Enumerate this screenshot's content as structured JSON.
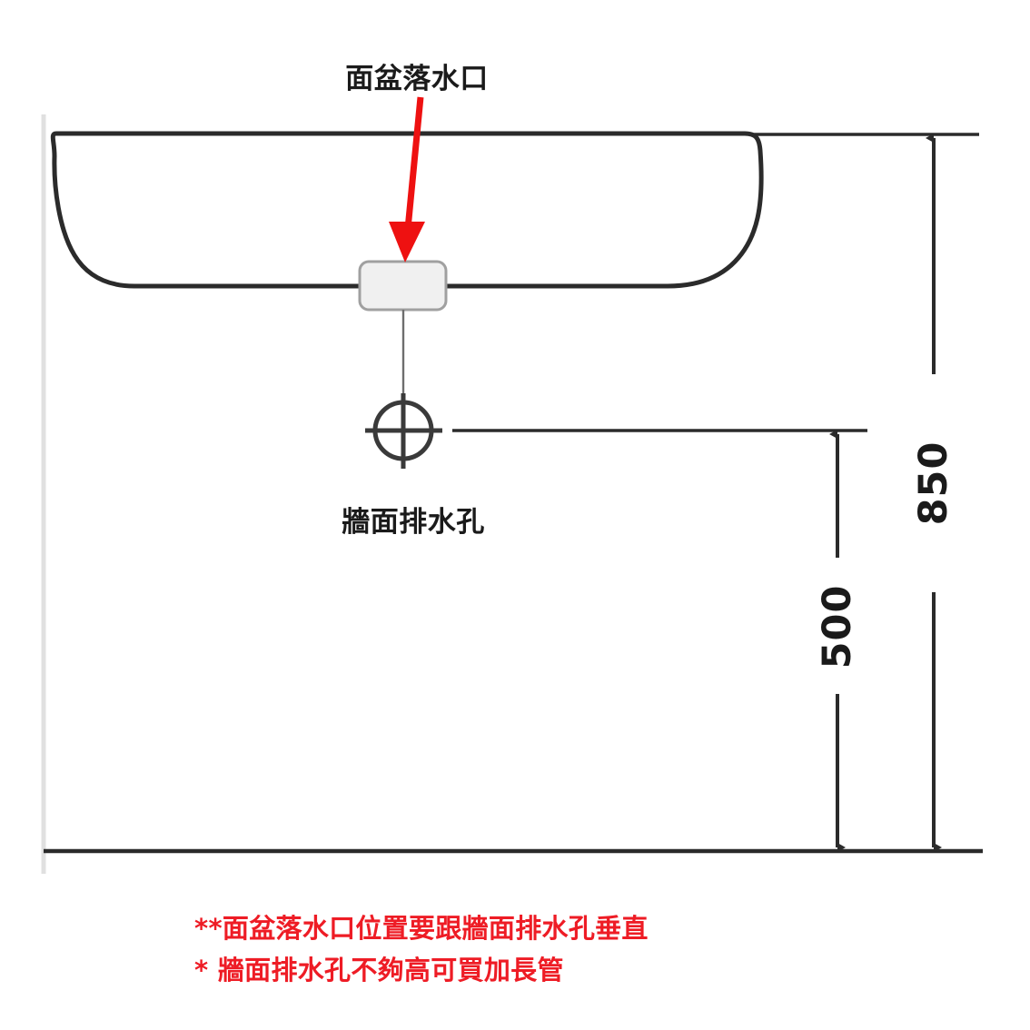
{
  "diagram": {
    "title_label": "面盆落水口",
    "drain_hole_label": "牆面排水孔",
    "dimensions": {
      "overall_height": "850",
      "drain_height": "500"
    },
    "notes": [
      "**面盆落水口位置要跟牆面排水孔垂直",
      "* 牆面排水孔不夠高可買加長管"
    ],
    "colors": {
      "note_red": "#ee1c25",
      "arrow_red": "#ee1111",
      "line_dark": "#2b2b2b",
      "wall_gray": "#e3e3e3",
      "drain_fill": "#f0f0f0",
      "drain_stroke": "#a0a0a0"
    },
    "icons": {
      "pointer": "red-down-arrow-icon",
      "center_mark": "crosshair-target-icon",
      "drain_body": "drain-outlet-icon"
    }
  },
  "chart_data": {
    "type": "diagram",
    "title": "面盆落水口",
    "annotations": [
      "面盆落水口",
      "牆面排水孔"
    ],
    "measurements": [
      {
        "label": "500",
        "from": "floor",
        "to": "wall-drain-hole",
        "unit": "mm"
      },
      {
        "label": "850",
        "from": "floor",
        "to": "basin-rim-top",
        "unit": "mm"
      }
    ]
  }
}
